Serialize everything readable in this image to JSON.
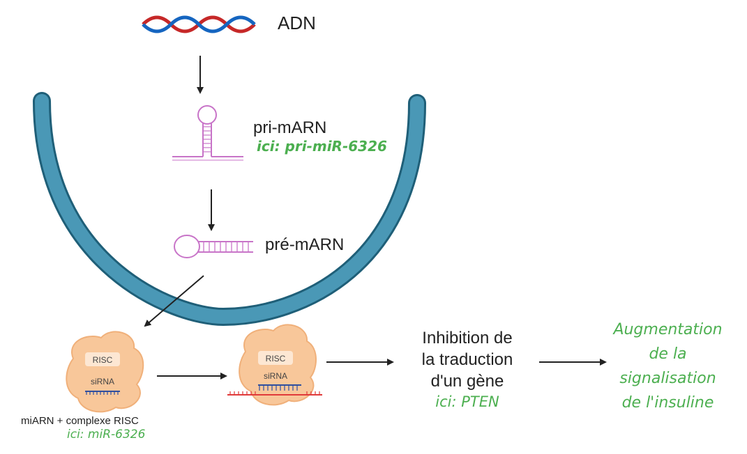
{
  "labels": {
    "dna": "ADN",
    "pri": "pri-mARN",
    "pri_example": "ici: pri-miR-6326",
    "pre": "pré-mARN",
    "risc_tag": "RISC",
    "sirna_tag": "siRNA",
    "complex": "miARN + complexe RISC",
    "complex_example": "ici: miR-6326",
    "inhibition": [
      "Inhibition de",
      "la traduction",
      "d'un gène"
    ],
    "inhibition_example": "ici: PTEN",
    "result": [
      "Augmentation",
      "de la",
      "signalisation",
      "de l'insuline"
    ]
  },
  "colors": {
    "nucleus": "#4a98b6",
    "nucleus_edge": "#1f5f78",
    "rna": "#c874c8",
    "risc_fill": "#f8c79a",
    "risc_edge": "#f0b07a",
    "sirna": "#2f4fa0",
    "mrna": "#e03a3a",
    "dna_red": "#c62828",
    "dna_blue": "#1565c0",
    "green": "#4caf50"
  }
}
